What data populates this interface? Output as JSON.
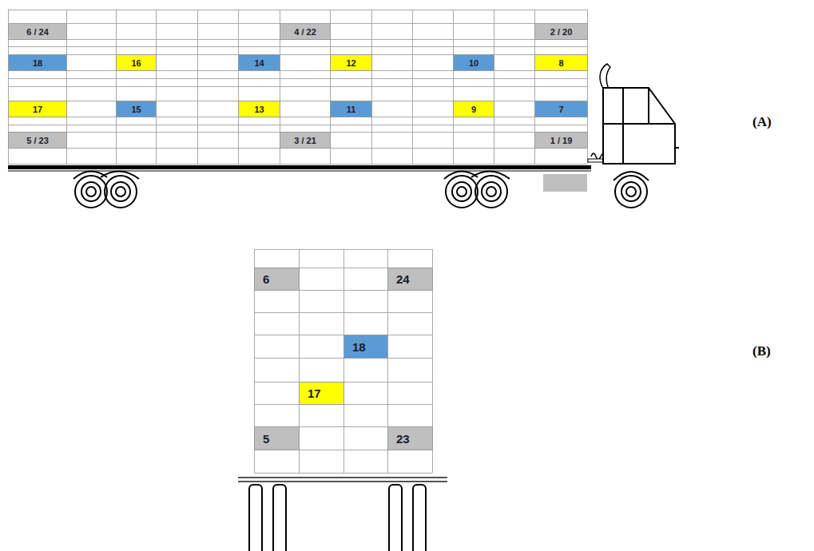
{
  "diagram": {
    "nodes": [
      {
        "text": [
          "6 / 24"
        ]
      },
      {
        "text": [
          "4 / 22"
        ]
      },
      {
        "text": [
          "2 / 20"
        ]
      },
      {
        "text": [
          "18"
        ]
      },
      {
        "text": [
          "16"
        ]
      },
      {
        "text": [
          "14"
        ]
      },
      {
        "text": [
          "12"
        ]
      },
      {
        "text": [
          "10"
        ]
      },
      {
        "text": [
          "8"
        ]
      },
      {
        "text": [
          "17"
        ]
      },
      {
        "text": [
          "15"
        ]
      },
      {
        "text": [
          "13"
        ]
      },
      {
        "text": [
          "11"
        ]
      },
      {
        "text": [
          "9"
        ]
      },
      {
        "text": [
          "7"
        ]
      },
      {
        "text": [
          "5 / 23"
        ]
      },
      {
        "text": [
          "3 / 21"
        ]
      },
      {
        "text": [
          "1 / 19"
        ]
      },
      {
        "text": [
          "6"
        ]
      },
      {
        "text": [
          "24"
        ]
      },
      {
        "text": [
          "18"
        ]
      },
      {
        "text": [
          "17"
        ]
      },
      {
        "text": [
          "5"
        ]
      },
      {
        "text": [
          "23"
        ]
      }
    ],
    "labels": [
      "(A)",
      "(B)"
    ]
  }
}
